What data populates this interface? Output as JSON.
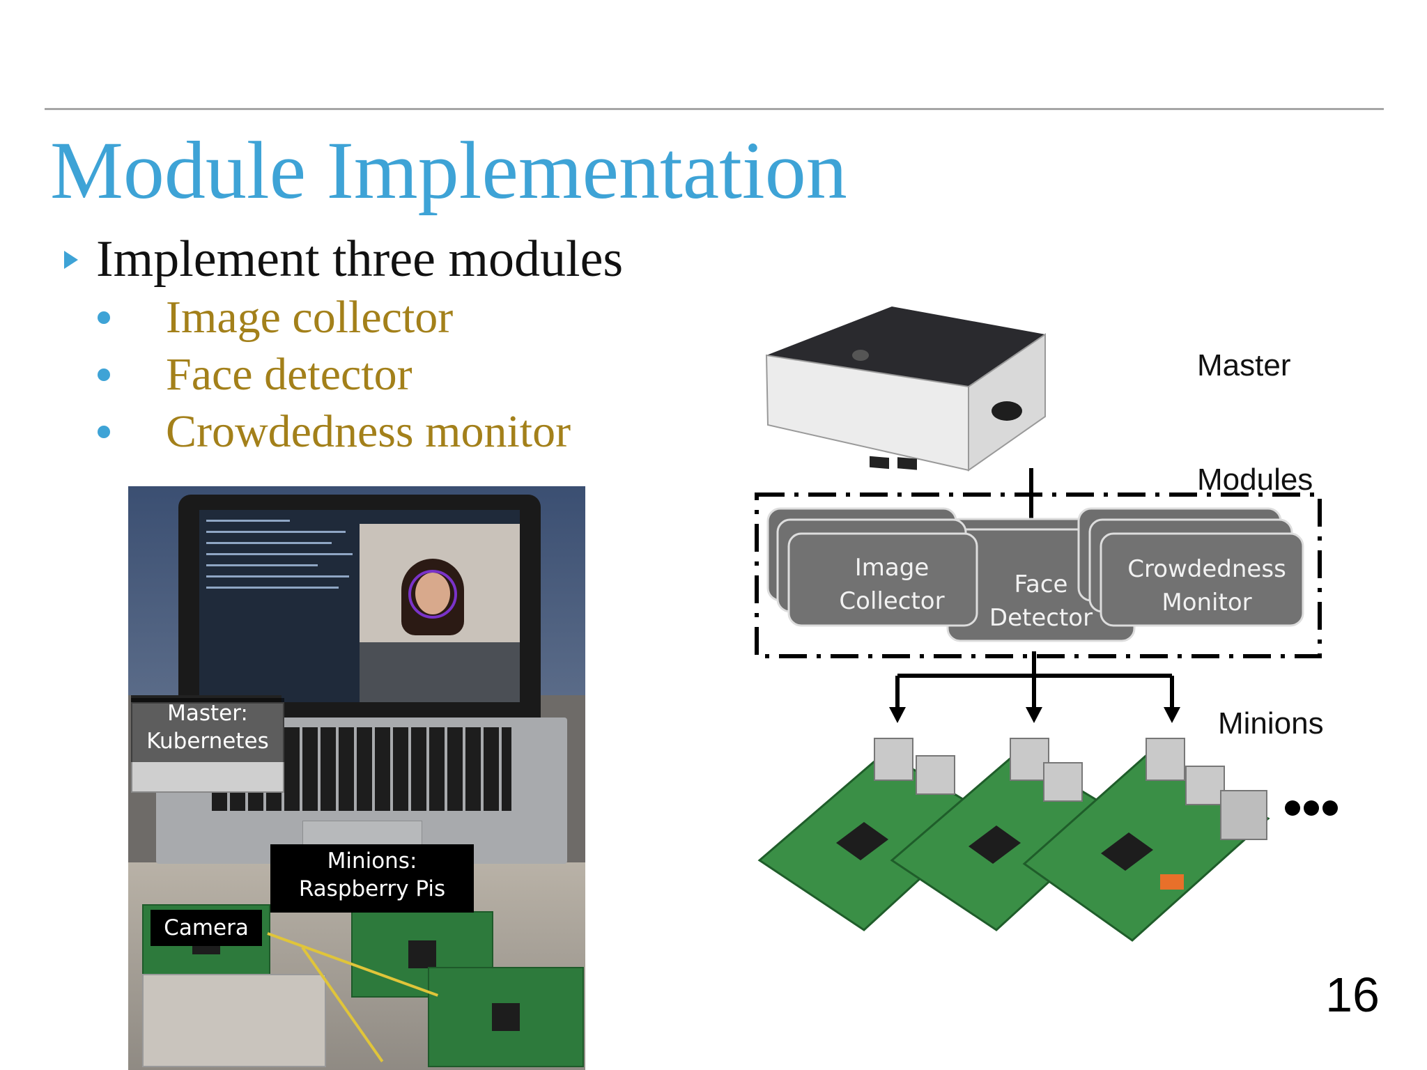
{
  "slide": {
    "title": "Module Implementation",
    "bullet": "Implement three modules",
    "sub_bullets": [
      "Image collector",
      "Face detector",
      "Crowdedness monitor"
    ],
    "page_number": "16"
  },
  "photo_labels": {
    "master_line1": "Master:",
    "master_line2": "Kubernetes",
    "minions_line1": "Minions:",
    "minions_line2": "Raspberry Pis",
    "camera": "Camera"
  },
  "diagram": {
    "master_label": "Master",
    "modules_label": "Modules",
    "minions_label": "Minions",
    "module_1_line1": "Image",
    "module_1_line2": "Collector",
    "module_2_line1": "Face",
    "module_2_line2": "Detector",
    "module_3_line1": "Crowdedness",
    "module_3_line2": "Monitor"
  },
  "colors": {
    "title": "#3ea3d6",
    "sub_bullets": "#a3801a",
    "bullet_marker": "#3ea3d6",
    "module_box": "#707070",
    "board_green": "#2d7a3c"
  }
}
